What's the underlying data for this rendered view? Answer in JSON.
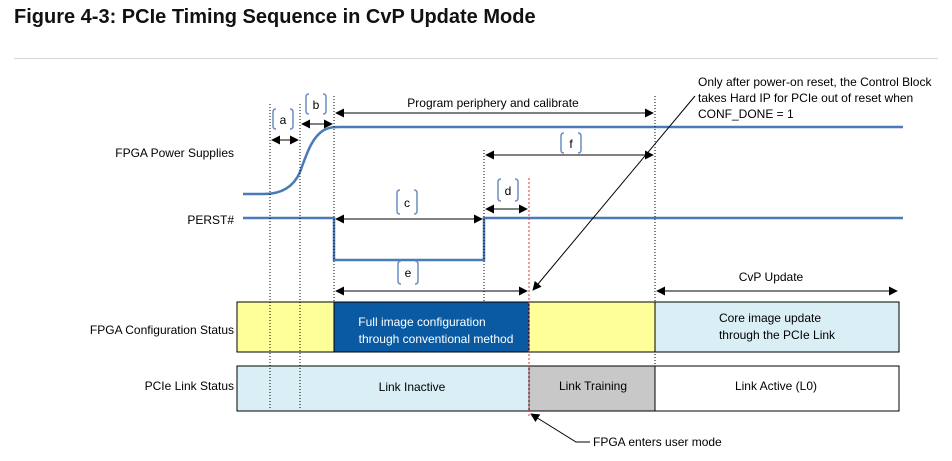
{
  "figure": {
    "title": "Figure 4-3: PCIe Timing Sequence in CvP Update Mode"
  },
  "signals": {
    "power": "FPGA Power Supplies",
    "perst": "PERST#",
    "config_status": "FPGA Configuration Status",
    "link_status": "PCIe Link Status"
  },
  "intervals": {
    "a": "a",
    "b": "b",
    "c": "c",
    "d": "d",
    "e": "e",
    "f": "f",
    "program_periphery": "Program periphery and calibrate",
    "cvp_update": "CvP Update"
  },
  "config_blocks": {
    "full_image_line1": "Full image configuration",
    "full_image_line2": "through conventional method",
    "core_update_line1": "Core image update",
    "core_update_line2": "through the PCIe Link"
  },
  "link_blocks": {
    "inactive": "Link Inactive",
    "training": "Link Training",
    "active": "Link Active (L0)"
  },
  "annotations": {
    "control_block_line1": "Only after power-on reset, the Control Block",
    "control_block_line2": "takes Hard IP for PCIe out of reset when",
    "control_block_line3": "CONF_DONE = 1",
    "user_mode": "FPGA enters user mode"
  },
  "colors": {
    "waveform": "#4a7ab8",
    "bracket": "#6b8fc2",
    "yellow_fill": "#ffff99",
    "light_blue_fill": "#d9eef5",
    "dark_blue_fill": "#0a5aa3",
    "gray_fill": "#c8c8c8",
    "red_marker": "#e0303a"
  }
}
